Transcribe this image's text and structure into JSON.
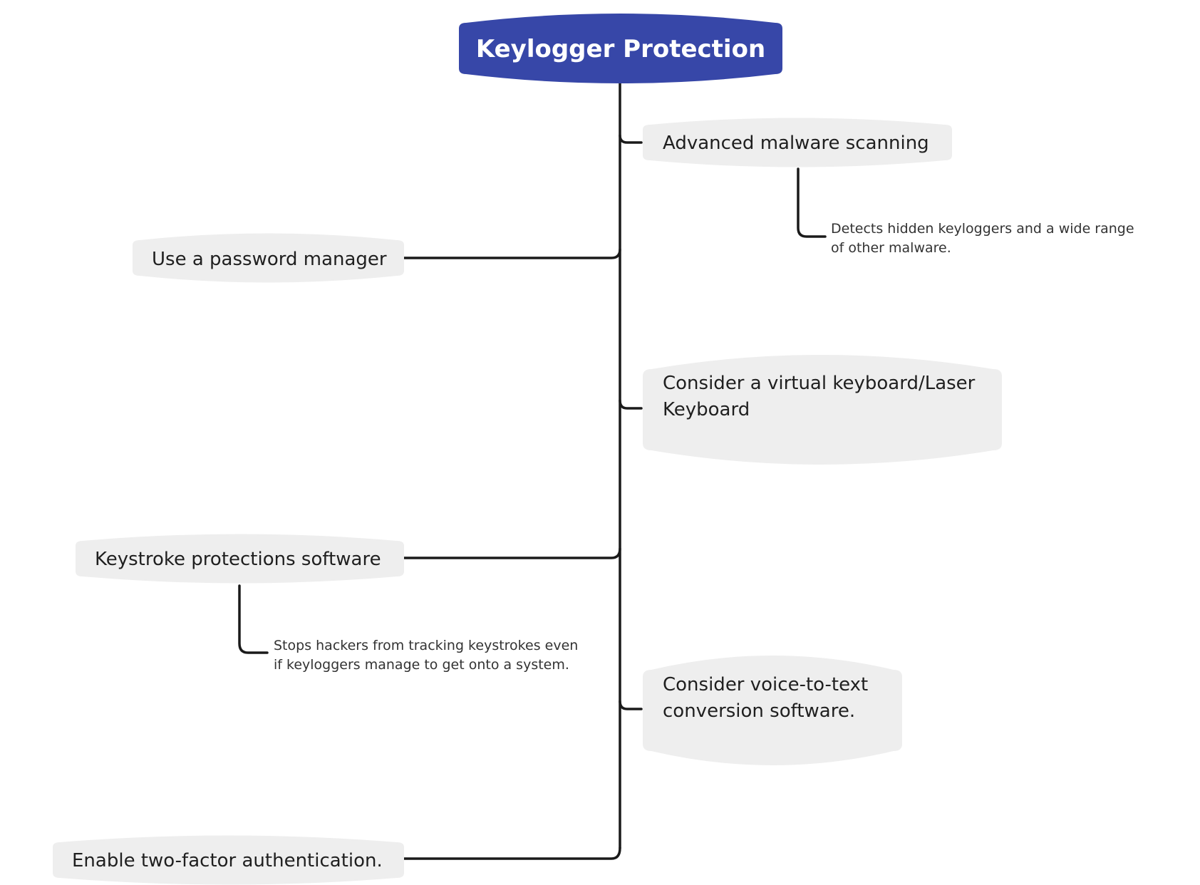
{
  "root": {
    "label": "Keylogger Protection",
    "color": "#3747A8"
  },
  "colors": {
    "node_fill": "#EEEEEE",
    "connector": "#1A1A1A",
    "root_text": "#FFFFFF",
    "node_text": "#1F1F1F",
    "note_text": "#333333"
  },
  "nodes": {
    "malware_scanning": {
      "label": "Advanced malware scanning"
    },
    "password_manager": {
      "label": "Use a password manager"
    },
    "virtual_keyboard": {
      "line1": "Consider a virtual keyboard/Laser",
      "line2": "Keyboard"
    },
    "keystroke_software": {
      "label": "Keystroke protections software"
    },
    "voice_to_text": {
      "line1": "Consider voice-to-text",
      "line2": "conversion software."
    },
    "two_factor": {
      "label": "Enable two-factor authentication."
    }
  },
  "notes": {
    "malware_scanning": {
      "line1": "Detects hidden keyloggers and a wide range",
      "line2": "of other malware."
    },
    "keystroke_software": {
      "line1": "Stops hackers from tracking keystrokes even",
      "line2": "if keyloggers manage to get onto a system."
    }
  }
}
